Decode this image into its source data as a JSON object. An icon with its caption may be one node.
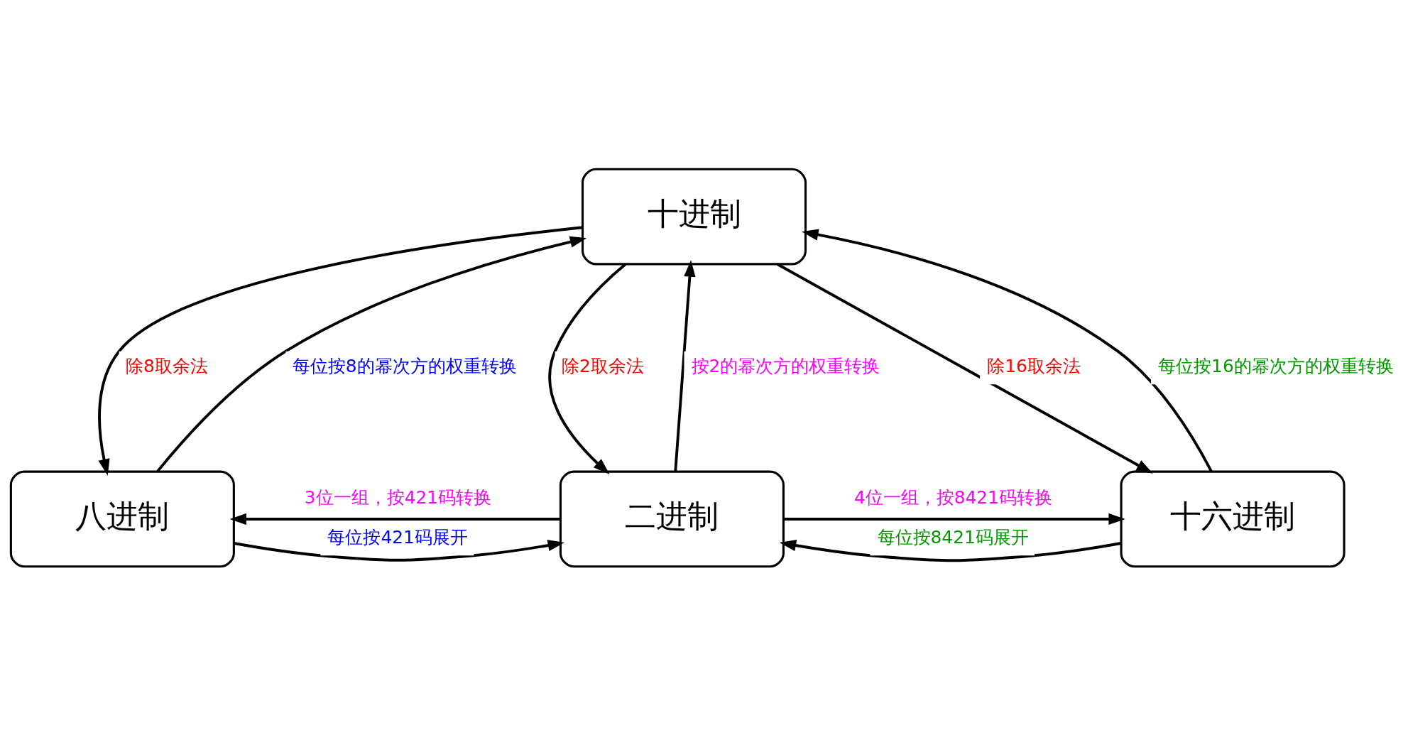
{
  "diagram": {
    "nodes": [
      {
        "text": [
          "十进制"
        ]
      },
      {
        "text": [
          "八进制"
        ]
      },
      {
        "text": [
          "二进制"
        ]
      },
      {
        "text": [
          "十六进制"
        ]
      }
    ],
    "edges": [
      {
        "from": 1,
        "to": 0,
        "arrow": "to",
        "label": "每位按8的幂次方的权重转换"
      },
      {
        "from": 0,
        "to": 1,
        "arrow": "to",
        "label": "除8取余法"
      },
      {
        "from": 0,
        "to": 2,
        "arrow": "to",
        "label": "除2取余法"
      },
      {
        "from": 2,
        "to": 0,
        "arrow": "to",
        "label": "按2的幂次方的权重转换"
      },
      {
        "from": 0,
        "to": 3,
        "arrow": "to",
        "label": "除16取余法"
      },
      {
        "from": 3,
        "to": 0,
        "arrow": "to",
        "label": "每位按16的幂次方的权重转换"
      },
      {
        "from": 2,
        "to": 1,
        "arrow": "to",
        "label": "3位一组，按421码转换"
      },
      {
        "from": 1,
        "to": 2,
        "arrow": "to",
        "label": "每位按421码展开"
      },
      {
        "from": 2,
        "to": 3,
        "arrow": "to",
        "label": "4位一组，按8421码转换"
      },
      {
        "from": 3,
        "to": 2,
        "arrow": "to",
        "label": "每位按8421码展开"
      }
    ]
  }
}
